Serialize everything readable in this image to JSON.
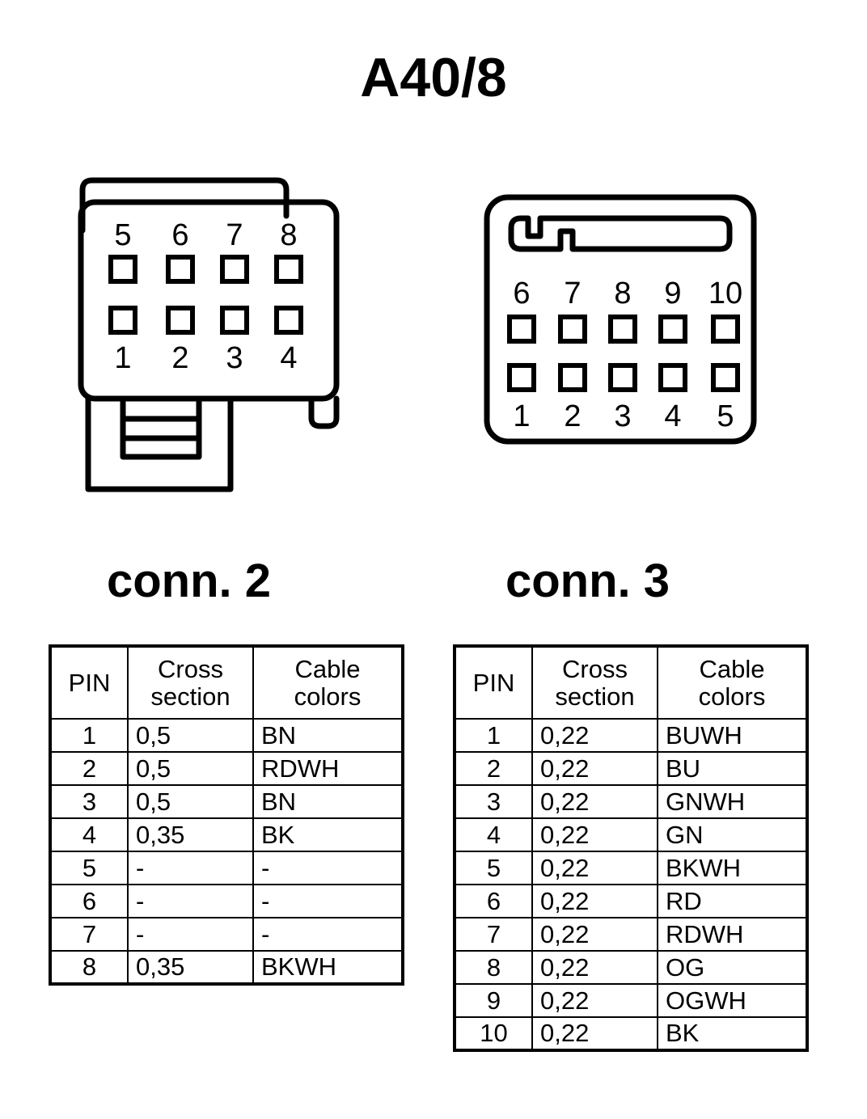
{
  "title": "A40/8",
  "connectors": [
    {
      "id": "conn2",
      "label": "conn. 2",
      "type": "8-pin rectangular connector with lower shroud and side latch tab",
      "pin_rows": {
        "top": [
          "5",
          "6",
          "7",
          "8"
        ],
        "bottom": [
          "1",
          "2",
          "3",
          "4"
        ]
      }
    },
    {
      "id": "conn3",
      "label": "conn. 3",
      "type": "10-pin rounded connector with notched latch slot",
      "pin_rows": {
        "top": [
          "6",
          "7",
          "8",
          "9",
          "10"
        ],
        "bottom": [
          "1",
          "2",
          "3",
          "4",
          "5"
        ]
      }
    }
  ],
  "tables": {
    "conn2": {
      "headers": [
        "PIN",
        "Cross section",
        "Cable colors"
      ],
      "header_lines": [
        [
          "PIN"
        ],
        [
          "Cross",
          "section"
        ],
        [
          "Cable",
          "colors"
        ]
      ],
      "rows": [
        {
          "pin": "1",
          "cross_section": "0,5",
          "cable_colors": "BN"
        },
        {
          "pin": "2",
          "cross_section": "0,5",
          "cable_colors": "RDWH"
        },
        {
          "pin": "3",
          "cross_section": "0,5",
          "cable_colors": "BN"
        },
        {
          "pin": "4",
          "cross_section": "0,35",
          "cable_colors": "BK"
        },
        {
          "pin": "5",
          "cross_section": "-",
          "cable_colors": "-"
        },
        {
          "pin": "6",
          "cross_section": "-",
          "cable_colors": "-"
        },
        {
          "pin": "7",
          "cross_section": "-",
          "cable_colors": "-"
        },
        {
          "pin": "8",
          "cross_section": "0,35",
          "cable_colors": "BKWH"
        }
      ]
    },
    "conn3": {
      "headers": [
        "PIN",
        "Cross section",
        "Cable colors"
      ],
      "header_lines": [
        [
          "PIN"
        ],
        [
          "Cross",
          "section"
        ],
        [
          "Cable",
          "colors"
        ]
      ],
      "rows": [
        {
          "pin": "1",
          "cross_section": "0,22",
          "cable_colors": "BUWH"
        },
        {
          "pin": "2",
          "cross_section": "0,22",
          "cable_colors": "BU"
        },
        {
          "pin": "3",
          "cross_section": "0,22",
          "cable_colors": "GNWH"
        },
        {
          "pin": "4",
          "cross_section": "0,22",
          "cable_colors": "GN"
        },
        {
          "pin": "5",
          "cross_section": "0,22",
          "cable_colors": "BKWH"
        },
        {
          "pin": "6",
          "cross_section": "0,22",
          "cable_colors": "RD"
        },
        {
          "pin": "7",
          "cross_section": "0,22",
          "cable_colors": "RDWH"
        },
        {
          "pin": "8",
          "cross_section": "0,22",
          "cable_colors": "OG"
        },
        {
          "pin": "9",
          "cross_section": "0,22",
          "cable_colors": "OGWH"
        },
        {
          "pin": "10",
          "cross_section": "0,22",
          "cable_colors": "BK"
        }
      ]
    }
  },
  "colors": {
    "ink": "#000000",
    "paper": "#ffffff"
  }
}
